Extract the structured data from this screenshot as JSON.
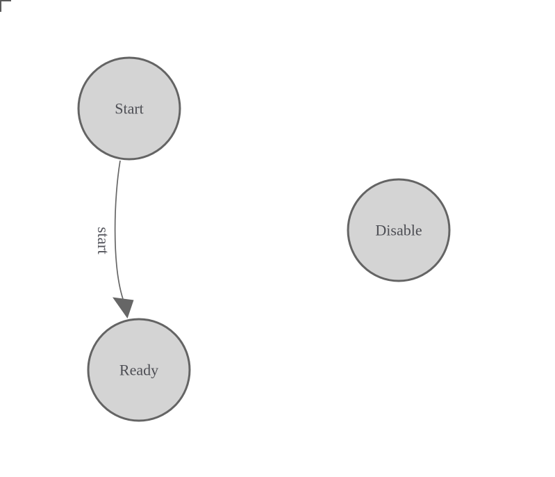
{
  "diagram": {
    "type": "state-machine",
    "nodes": [
      {
        "id": "start",
        "label": "Start"
      },
      {
        "id": "ready",
        "label": "Ready"
      },
      {
        "id": "disable",
        "label": "Disable"
      }
    ],
    "edges": [
      {
        "from": "start",
        "to": "ready",
        "label": "start"
      }
    ],
    "colors": {
      "background": "#ffffff",
      "node_fill": "#d4d4d4",
      "node_stroke": "#646464",
      "node_text": "#4d4e54",
      "edge_stroke": "#666666",
      "edge_label_text": "#54555c",
      "corner_mark": "#5a5a5a"
    }
  }
}
